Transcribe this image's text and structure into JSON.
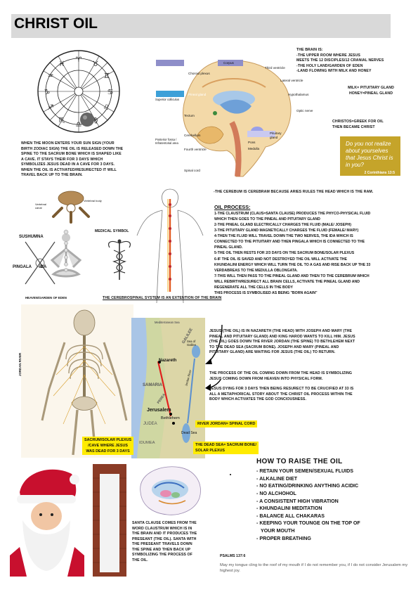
{
  "header": {
    "title": "CHRIST OIL"
  },
  "brain_labels": {
    "corpus": "Corpus",
    "third_ventricle": "Third ventricle",
    "choroid_plexus": "Choroid plexus",
    "lateral_ventricle": "Lateral ventricle",
    "hypothalamus": "Hypothalamus",
    "optic_nerve": "Optic nerve",
    "pituitary_gland": "Pituitary gland",
    "pineal_gland": "Pineal gland",
    "superior_colliculus": "Superior colliculus",
    "tectum": "Tectum",
    "cerebellum": "Cerebellum",
    "fourth_ventricle": "Fourth ventricle",
    "medulla": "Medulla",
    "pons": "Pons",
    "spinal_cord": "Spinal cord",
    "posterior_fossa": "Posterior fossa / Infratentorial area"
  },
  "brain_text": {
    "lines": [
      "THE BRAIN IS:",
      "-THE UPPER ROOM WHERE JESUS",
      "MEETS THE 12 DISCIPLES/12 CRANIAL NERVES",
      "-THE HOLY LAND/GARDEN OF EDEN",
      "-LAND FLOWING WITH MILK AND HONEY"
    ]
  },
  "milk_honey": [
    "MILK= PITUITARY GLAND",
    "HONEY=PINEAL GLAND"
  ],
  "christos": [
    "CHRISTOS=GREEK FOR OIL",
    "THEN BECAME CHRIST"
  ],
  "quote": {
    "text": "Do you not realize about yourselves that Jesus Christ is in you?",
    "ref": "2 Corinthians 13:5"
  },
  "moon_text": {
    "lines": [
      "WHEN THE MOON ENTERS YOUR SUN SIGN (YOUR",
      "BIRTH ZODIAC SIGN) THE OIL IS RELEASED DOWN THE",
      "SPINE TO THE SACRUM BONE WHICH IS SHAPED LIKE",
      "A CAVE. IT STAYS THEIR FOR 3 DAYS WHICH",
      "SYMBOLIZES JESUS DEAD IN A CAVE FOR 3 DAYS.",
      "WHEN THE OIL IS ACTIVATED/RESURECTED IT WILL",
      "TRAVEL BACK UP TO THE BRAIN."
    ]
  },
  "vertebra_labels": {
    "spinal_canal": "Vertebral canal",
    "body": "Vertebral body"
  },
  "chakra_labels": {
    "sushumna": "SUSHUMNA",
    "pingala": "PINGALA",
    "ida": "IDA",
    "heaven": "HEAVEN/GARDEN OF EDEN"
  },
  "medical_symbol": "MEDICAL SYMBOL",
  "cerebrospinal": "THE CEREBROSPINAL SYSTEM IS AN EXTENTION OF THE BRAIN",
  "cerebrum_text": "-THE CEREBUM IS CEREBRAM BECAUSE ARIES RULES THE HEAD WHICH IS THE RAM.",
  "oil_process": {
    "title": "OIL PROCESS:",
    "lines": [
      "1-THE CLAUSTRUM (CLAUS=SANTA CLAUSE) PRODUCES THE PHYCO-PHYSICAL FLUID",
      "WHICH THEN GOES TO THE PINEAL AND PITUITARY GLAND",
      "2-THE PINEAL GLAND ELECTRICALLY CHARGES THE FLUID (MALE/ JOSEPH)",
      "3-THE PITUITARY GLAND MAGNETICALLY CHARGES THE FLUID (FEMALE/ MARY)",
      "4-THEN THE FLUID WILL TRAVEL DOWN THE TWO NERVES, THE IDA WHICH IS",
      "CONNECTED TO THE PITUITARY AND THEN PINGALA WHICH IS CONNECTED TO THE",
      "PINEAL GLAND.",
      "5-THE OIL THEN RESTS FOR 2/3 DAYS ON THE SACRUM BONE/SOLAR PLEXUS",
      "6-IF THE OIL IS SAVED AND NOT DESTROYED THE OIL WILL ACTIVATE THE",
      "KHUNDALINI ENERGY WHICH WILL TURN THE OIL TO A GAS AND RISE BACK UP THE 33",
      "VERDABREAS TO THE MEDULLA OBLONGATA.",
      "7-THIS WILL THEN PASS TO THE PINEAL GLAND AND THEN TO THE CEREBRUM WHICH",
      "WILL REBIRTH/RESURECT ALL BRAIN CELLS, ACTIVATE THE PINEAL GLAND AND",
      "REGENERATE ALL THE CELLS IN THE BODY",
      "THIS PROCESS IS SYMBOLISED AS BEING \"BORN AGAIN\""
    ]
  },
  "map_labels": {
    "mediterranean": "Mediterranean Sea",
    "galilee": "GALILEE",
    "sea_of_galilee": "Sea of Galilee",
    "nazareth": "Nazareth",
    "samaria": "SAMARIA",
    "jordan": "Jordan River",
    "jerusalem": "Jerusalem",
    "bethlehem": "Bethlehem",
    "judea": "JUDEA",
    "perea": "PEREA",
    "dead_sea": "Dead Sea",
    "idumea": "IDUMEA"
  },
  "jesus_text": {
    "lines": [
      "JESUS (THE OIL) IS IN NAZARETH (THE HEAD) WITH JOSEPH AND MARY (THE",
      "PINEAL AND PITUITARY GLAND) AND KING HAROD WANTS TO KILL HIM. JESUS",
      "(THE OIL) GOES DOWN THE RIVER JORDAN (THE SPINE) TO BETHLEHEM NEXT",
      "TO THE DEAD SEA (SACRUM BONE). JOSEPH AND MARY (PINEAL AND",
      "PITUITARY GLAND) ARE WAITING FOR JESUS (THE OIL) TO RETURN."
    ]
  },
  "process_text": {
    "lines": [
      "THE PROCESS OF THE OIL COMING DOWN FROM THE HEAD IS SYMBOLIZING",
      "JESUS COMING DOWN FROM HEAVEN INTO PHYSICAL FORM."
    ]
  },
  "dying_text": {
    "lines": [
      "JESUS DYING FOR 3 DAYS THEN BEING RESURECT TO BE CRUCIFIED AT 33 IS",
      "ALL A METAPHORICAL STORY ABOUT THE CHRIST OIL PROCESS WITHIN THE",
      "BODY WHICH ACTIVATES THE GOD CONCIOUSNESS."
    ]
  },
  "yellow_labels": {
    "river": "RIVER JORDAN= SPINAL CORD",
    "dead_sea": [
      "THE DEAD SEA= SACRUM BONE/",
      "SOLAR PLEXUS"
    ],
    "sacrum": [
      "SACRUM/SOLAR PLEXUS",
      "/CAVE WHERE JESUS",
      "WAS DEAD FOR 3 DAYS"
    ]
  },
  "skeleton_label": "JORDAN RIVER",
  "raise": {
    "title": "HOW TO RAISE THE OIL",
    "items": [
      "- RETAIN YOUR SEMEN/SEXUAL FLUIDS",
      "- ALKALINE DIET",
      "- NO EATING/DRINKING ANYTHING ACIDIC",
      "- NO ALCHOHOL",
      "- A CONSISTENT HIGH VIBRATION",
      "- KHUNDALINI MEDITATION",
      "- BALANCE ALL CHAKARAS",
      "- KEEPING YOUR TOUNGE ON THE TOP OF",
      "  YOUR MOUTH",
      "- PROPER BREATHING"
    ]
  },
  "santa_text": {
    "lines": [
      "SANTA CLAUSE COMES FROM THE",
      "WORD CLAUSTRUM WHICH IS IN",
      "THE BRAIN AND IT PRODUCES THE",
      "PRESEANT (THE OIL). SANTA WITH",
      "THE PRESEANT TRAVELS DOWN",
      "THE SPINE AND THEN BACK UP",
      "SYMBOLIZING THE PROCESS OF",
      "THE OIL."
    ]
  },
  "psalm": {
    "ref": "PSALMS 137:6",
    "text": "May my tongue cling to the roof of my mouth if I do not remember you, if I do not consider Jerusalem my highest joy."
  },
  "colors": {
    "header_bg": "#d9d9d9",
    "highlight": "#ffeb00",
    "quote_bg": "#c5a42a",
    "santa_red": "#c8102e"
  }
}
